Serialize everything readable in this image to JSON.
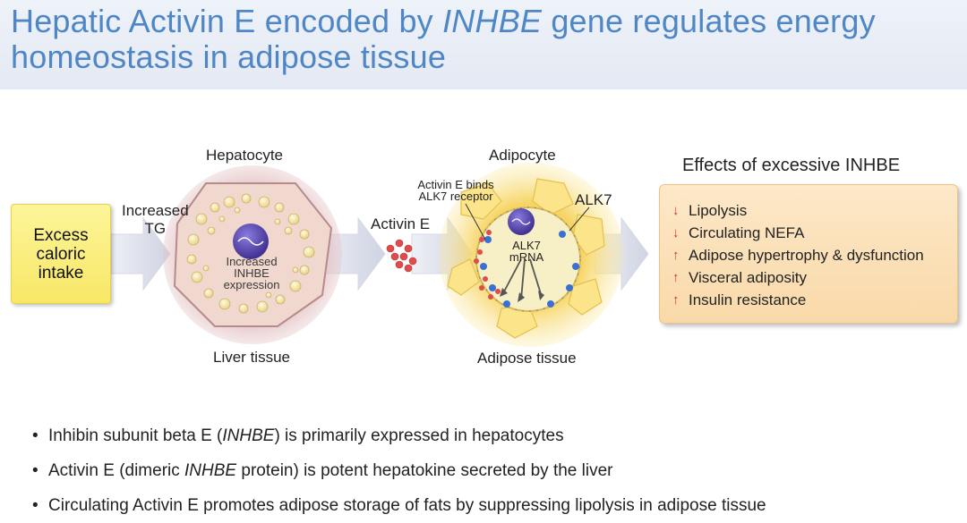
{
  "title": {
    "part1": "Hepatic Activin E encoded by ",
    "gene": "INHBE",
    "part2": " gene regulates energy",
    "line2": "homeostasis in adipose tissue"
  },
  "diagram": {
    "excess_box": {
      "line1": "Excess",
      "line2": "caloric",
      "line3": "intake"
    },
    "increased_tg": {
      "line1": "Increased",
      "line2": "TG"
    },
    "hepatocyte_label": "Hepatocyte",
    "liver_tissue_label": "Liver tissue",
    "inhbe_expression": {
      "line1": "Increased",
      "line2": "INHBE",
      "line3": "expression"
    },
    "activin_e_label": "Activin E",
    "adipocyte_label": "Adipocyte",
    "activin_binds": {
      "line1": "Activin E binds",
      "line2": "ALK7 receptor"
    },
    "alk7_label": "ALK7",
    "alk7_mrna": {
      "line1": "ALK7",
      "line2": "mRNA"
    },
    "adipose_tissue_label": "Adipose tissue",
    "effects_title": "Effects of excessive INHBE",
    "effects": [
      {
        "direction": "down",
        "label": "Lipolysis"
      },
      {
        "direction": "down",
        "label": "Circulating NEFA"
      },
      {
        "direction": "up",
        "label": "Adipose hypertrophy & dysfunction"
      },
      {
        "direction": "up",
        "label": "Visceral adiposity"
      },
      {
        "direction": "up",
        "label": "Insulin resistance"
      }
    ],
    "colors": {
      "arrow": "#d9dce8",
      "liver": "#c9a0a8",
      "adipose": "#f3d36b",
      "activin": "#e24b4b",
      "nucleus": "#4a3aa0"
    }
  },
  "bullets": [
    {
      "pre": "Inhibin subunit beta E (",
      "italic": "INHBE",
      "post": ") is primarily expressed in hepatocytes"
    },
    {
      "pre": "Activin E (dimeric ",
      "italic": "INHBE",
      "post": " protein) is potent hepatokine secreted by the liver"
    },
    {
      "pre": "Circulating Activin E promotes adipose storage of fats by suppressing lipolysis in adipose tissue",
      "italic": "",
      "post": ""
    }
  ]
}
